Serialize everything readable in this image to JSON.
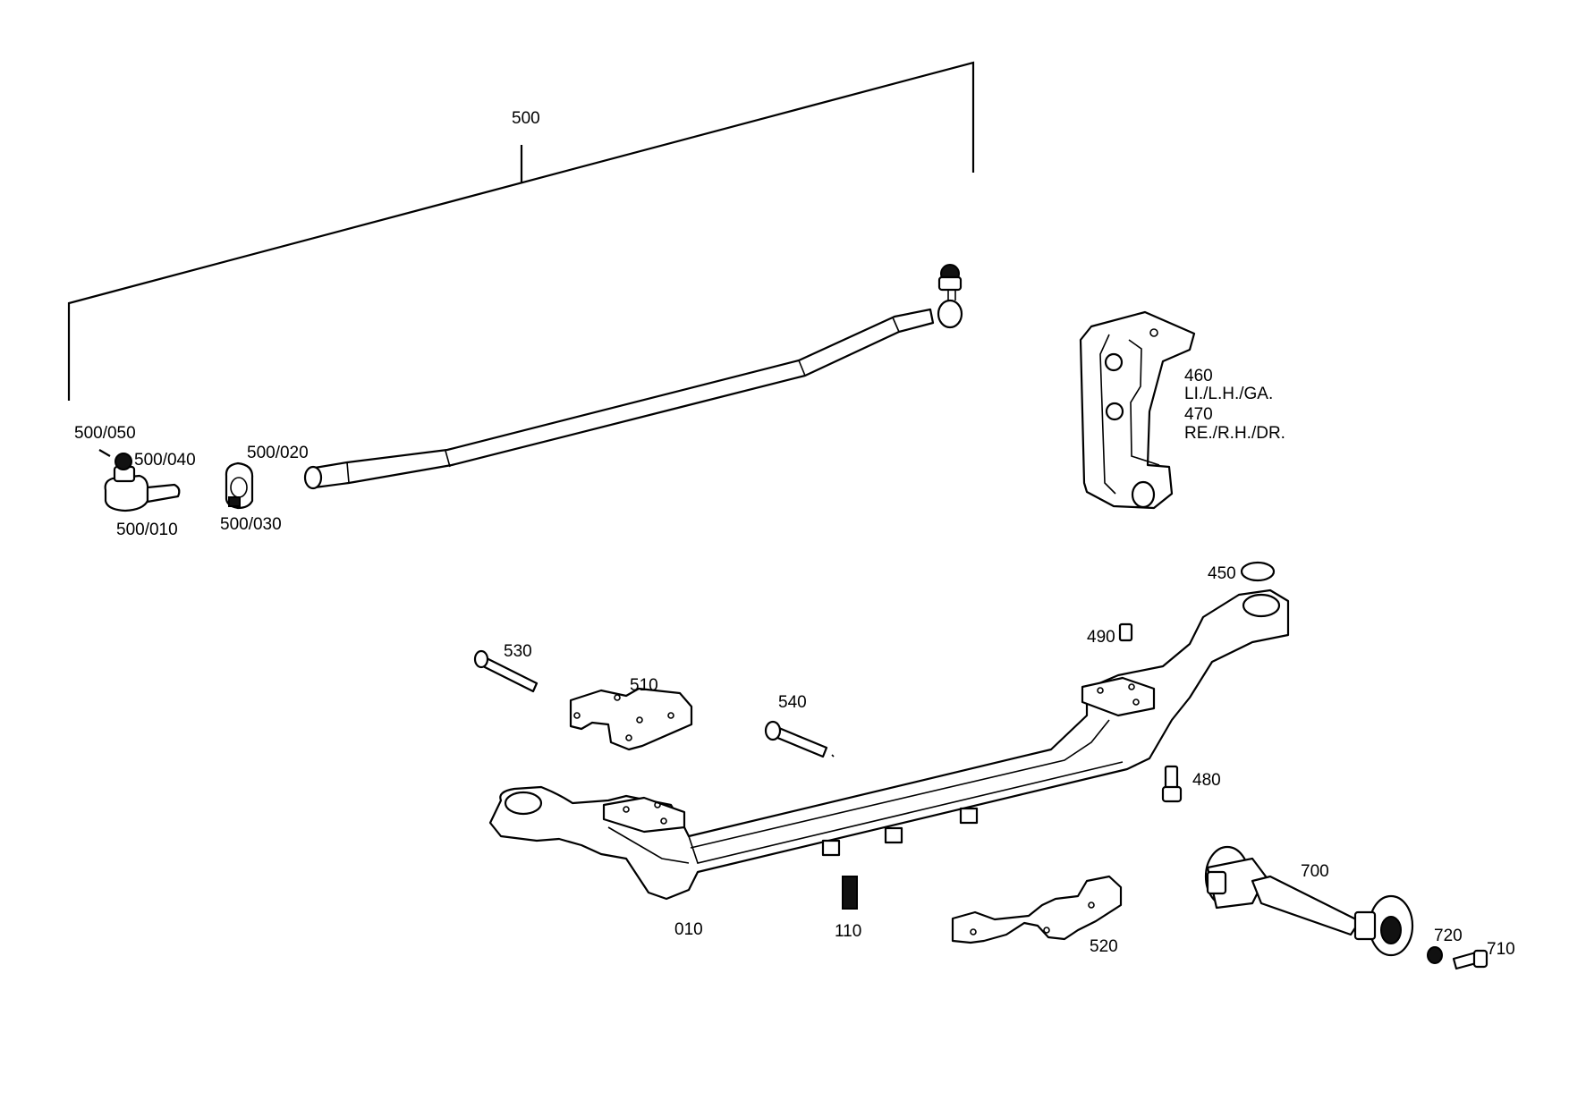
{
  "labels": {
    "l500": "500",
    "l500_050": "500/050",
    "l500_040": "500/040",
    "l500_010": "500/010",
    "l500_020": "500/020",
    "l500_030": "500/030",
    "l460": "460",
    "l460_desc": "LI./L.H./GA.",
    "l470": "470",
    "l470_desc": "RE./R.H./DR.",
    "l450": "450",
    "l490": "490",
    "l530": "530",
    "l510": "510",
    "l540": "540",
    "l480": "480",
    "l700": "700",
    "l010": "010",
    "l110": "110",
    "l520": "520",
    "l720": "720",
    "l710": "710"
  }
}
